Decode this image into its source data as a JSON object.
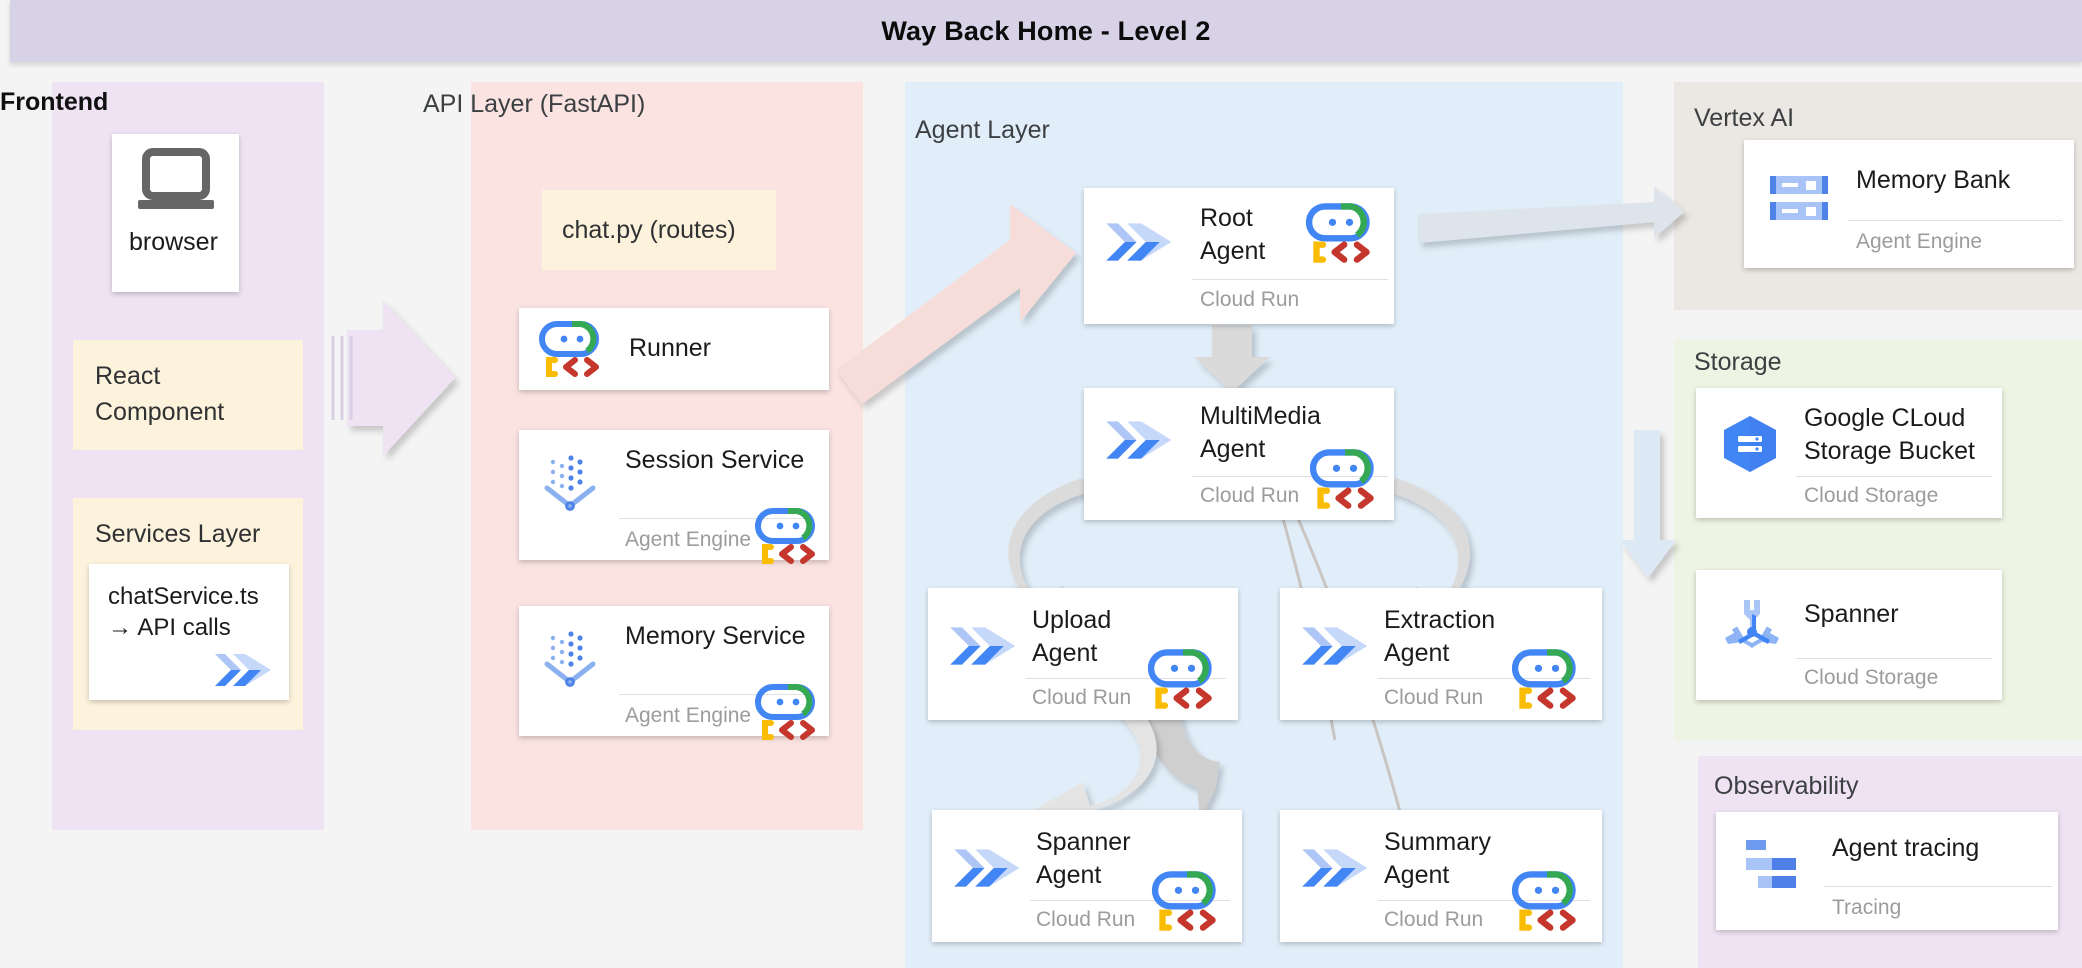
{
  "header": {
    "title": "Way Back Home - Level 2"
  },
  "groups": {
    "frontend": {
      "label": "Frontend"
    },
    "api_layer": {
      "label": "API Layer\n(FastAPI)"
    },
    "agent_layer": {
      "label": "Agent Layer"
    },
    "vertex_ai": {
      "label": "Vertex AI"
    },
    "storage": {
      "label": "Storage"
    },
    "observability": {
      "label": "Observability"
    }
  },
  "frontend": {
    "browser": {
      "label": "browser",
      "icon": "laptop-icon"
    },
    "react": {
      "label": "React\nComponent"
    },
    "services": {
      "label": "Services Layer"
    },
    "chat_service": {
      "label": "chatService.ts\n→ API calls",
      "icon": "cloud-run-icon"
    }
  },
  "api_layer": {
    "chat_py": {
      "label": "chat.py (routes)"
    },
    "cards": [
      {
        "title": "Runner",
        "sub": "",
        "icon": "adk-icon",
        "badge": ""
      },
      {
        "title": "Session Service",
        "sub": "Agent Engine",
        "icon": "agent-engine-icon",
        "badge": "adk-icon"
      },
      {
        "title": "Memory Service",
        "sub": "Agent Engine",
        "icon": "agent-engine-icon",
        "badge": "adk-icon"
      }
    ]
  },
  "agent_layer": {
    "cards": [
      {
        "title": "Root\nAgent",
        "sub": "Cloud Run",
        "icon": "cloud-run-icon",
        "badge": "adk-icon"
      },
      {
        "title": "MultiMedia\nAgent",
        "sub": "Cloud Run",
        "icon": "cloud-run-icon",
        "badge": "adk-icon"
      },
      {
        "title": "Upload\nAgent",
        "sub": "Cloud Run",
        "icon": "cloud-run-icon",
        "badge": "adk-icon"
      },
      {
        "title": "Extraction\nAgent",
        "sub": "Cloud Run",
        "icon": "cloud-run-icon",
        "badge": "adk-icon"
      },
      {
        "title": "Spanner\nAgent",
        "sub": "Cloud Run",
        "icon": "cloud-run-icon",
        "badge": "adk-icon"
      },
      {
        "title": "Summary\nAgent",
        "sub": "Cloud Run",
        "icon": "cloud-run-icon",
        "badge": "adk-icon"
      }
    ]
  },
  "vertex_ai": {
    "cards": [
      {
        "title": "Memory Bank",
        "sub": "Agent Engine",
        "icon": "memory-bank-icon"
      }
    ]
  },
  "storage": {
    "cards": [
      {
        "title": "Google CLoud\nStorage Bucket",
        "sub": "Cloud Storage",
        "icon": "cloud-storage-icon"
      },
      {
        "title": "Spanner",
        "sub": "Cloud Storage",
        "icon": "spanner-icon"
      }
    ]
  },
  "observability": {
    "cards": [
      {
        "title": "Agent tracing",
        "sub": "Tracing",
        "icon": "tracing-icon"
      }
    ]
  },
  "colors": {
    "title_bar": "#d7d2e6",
    "frontend_panel": "#efe3f3",
    "api_panel": "#fae3e1",
    "agent_panel": "#e1eef9",
    "vertex_panel": "#ebe7e2",
    "storage_panel": "#eef4e3",
    "observability_panel": "#efe3f3",
    "yellow_box": "#fdf3dd",
    "card_bg": "#ffffff",
    "arrow_pink": "#f7ddd9",
    "arrow_lilac": "#efe3f3",
    "arrow_gray": "#dadada",
    "arrow_blue": "#dde9f5",
    "cloud_run_blue": "#4285f4",
    "google_blue": "#4285f4",
    "google_green": "#34a853",
    "google_yellow": "#fbbc04",
    "google_red": "#c5372c"
  }
}
